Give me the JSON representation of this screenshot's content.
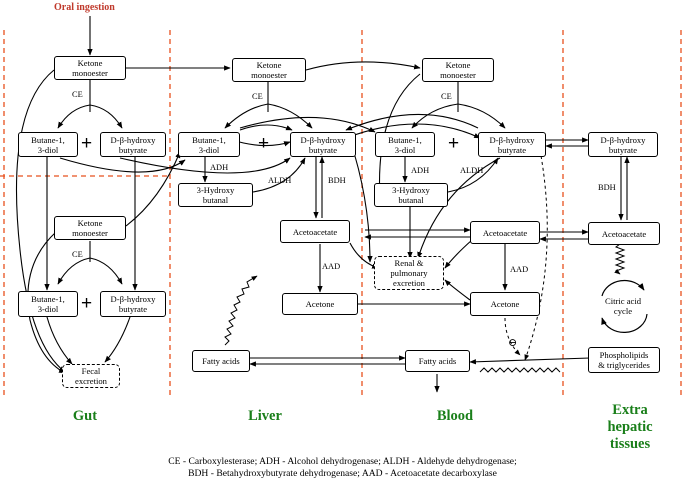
{
  "oral_ingestion": "Oral ingestion",
  "boxes": {
    "ketone_monoester": "Ketone\nmonoester",
    "butanediol": "Butane-1,\n3-diol",
    "bhb": "D-β-hydroxy\nbutyrate",
    "hydroxybutanal": "3-Hydroxy\nbutanal",
    "acetoacetate": "Acetoacetate",
    "acetone": "Acetone",
    "fatty_acids": "Fatty acids",
    "renal": "Renal &\npulmonary\nexcretion",
    "fecal": "Fecal\nexcretion",
    "phospholipids": "Phospholipids\n& triglycerides",
    "citric_cycle": "Citric acid\ncycle"
  },
  "enzymes": {
    "ce": "CE",
    "adh": "ADH",
    "aldh": "ALDH",
    "bdh": "BDH",
    "aad": "AAD"
  },
  "plus": "+",
  "inhibit": "⊖",
  "regions": {
    "gut": "Gut",
    "liver": "Liver",
    "blood": "Blood",
    "extra": "Extra\nhepatic\ntissues"
  },
  "legend": {
    "line1": "CE - Carboxylesterase;  ADH - Alcohol dehydrogenase;  ALDH - Aldehyde dehydrogenase;",
    "line2": "BDH - Betahydroxybutyrate dehydrogenase; AAD - Acetoacetate decarboxylase"
  },
  "colors": {
    "divider": "#e8501e",
    "region_label": "#1a7f1a",
    "oral": "#c0392b"
  }
}
